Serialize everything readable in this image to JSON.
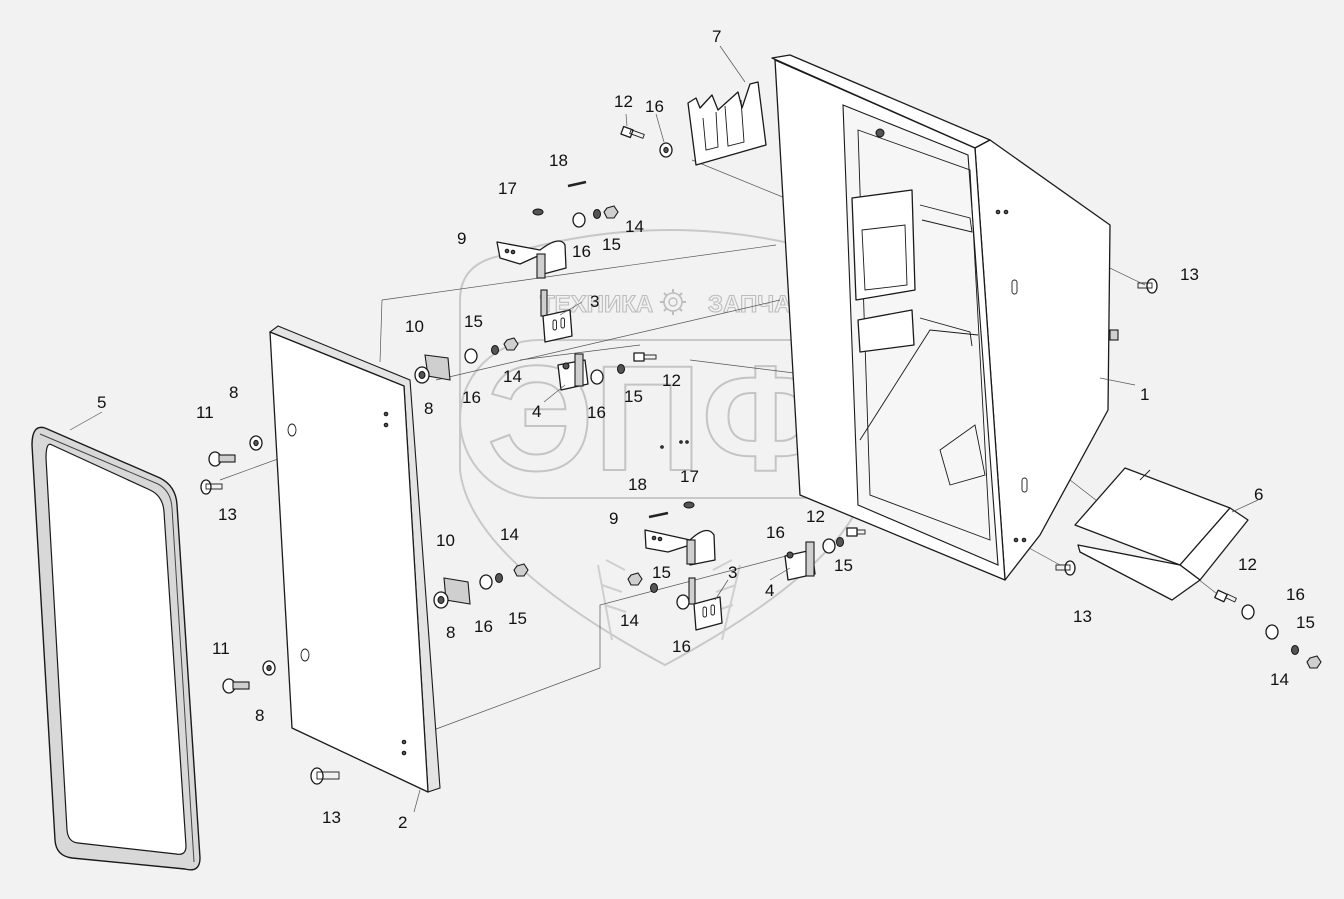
{
  "watermark": {
    "top_left": "ТЕХНИКА",
    "top_right": "ЗАПЧАСТИ",
    "big": "ЭПФ"
  },
  "callouts": [
    {
      "text": "1"
    },
    {
      "text": "2"
    },
    {
      "text": "3"
    },
    {
      "text": "3"
    },
    {
      "text": "4"
    },
    {
      "text": "4"
    },
    {
      "text": "5"
    },
    {
      "text": "6"
    },
    {
      "text": "7"
    },
    {
      "text": "8"
    },
    {
      "text": "8"
    },
    {
      "text": "8"
    },
    {
      "text": "8"
    },
    {
      "text": "9"
    },
    {
      "text": "9"
    },
    {
      "text": "10"
    },
    {
      "text": "10"
    },
    {
      "text": "11"
    },
    {
      "text": "11"
    },
    {
      "text": "12"
    },
    {
      "text": "12"
    },
    {
      "text": "12"
    },
    {
      "text": "12"
    },
    {
      "text": "13"
    },
    {
      "text": "13"
    },
    {
      "text": "13"
    },
    {
      "text": "13"
    },
    {
      "text": "14"
    },
    {
      "text": "14"
    },
    {
      "text": "14"
    },
    {
      "text": "14"
    },
    {
      "text": "14"
    },
    {
      "text": "15"
    },
    {
      "text": "15"
    },
    {
      "text": "15"
    },
    {
      "text": "15"
    },
    {
      "text": "15"
    },
    {
      "text": "15"
    },
    {
      "text": "15"
    },
    {
      "text": "16"
    },
    {
      "text": "16"
    },
    {
      "text": "16"
    },
    {
      "text": "16"
    },
    {
      "text": "16"
    },
    {
      "text": "16"
    },
    {
      "text": "16"
    },
    {
      "text": "16"
    },
    {
      "text": "17"
    },
    {
      "text": "17"
    },
    {
      "text": "18"
    },
    {
      "text": "18"
    }
  ]
}
